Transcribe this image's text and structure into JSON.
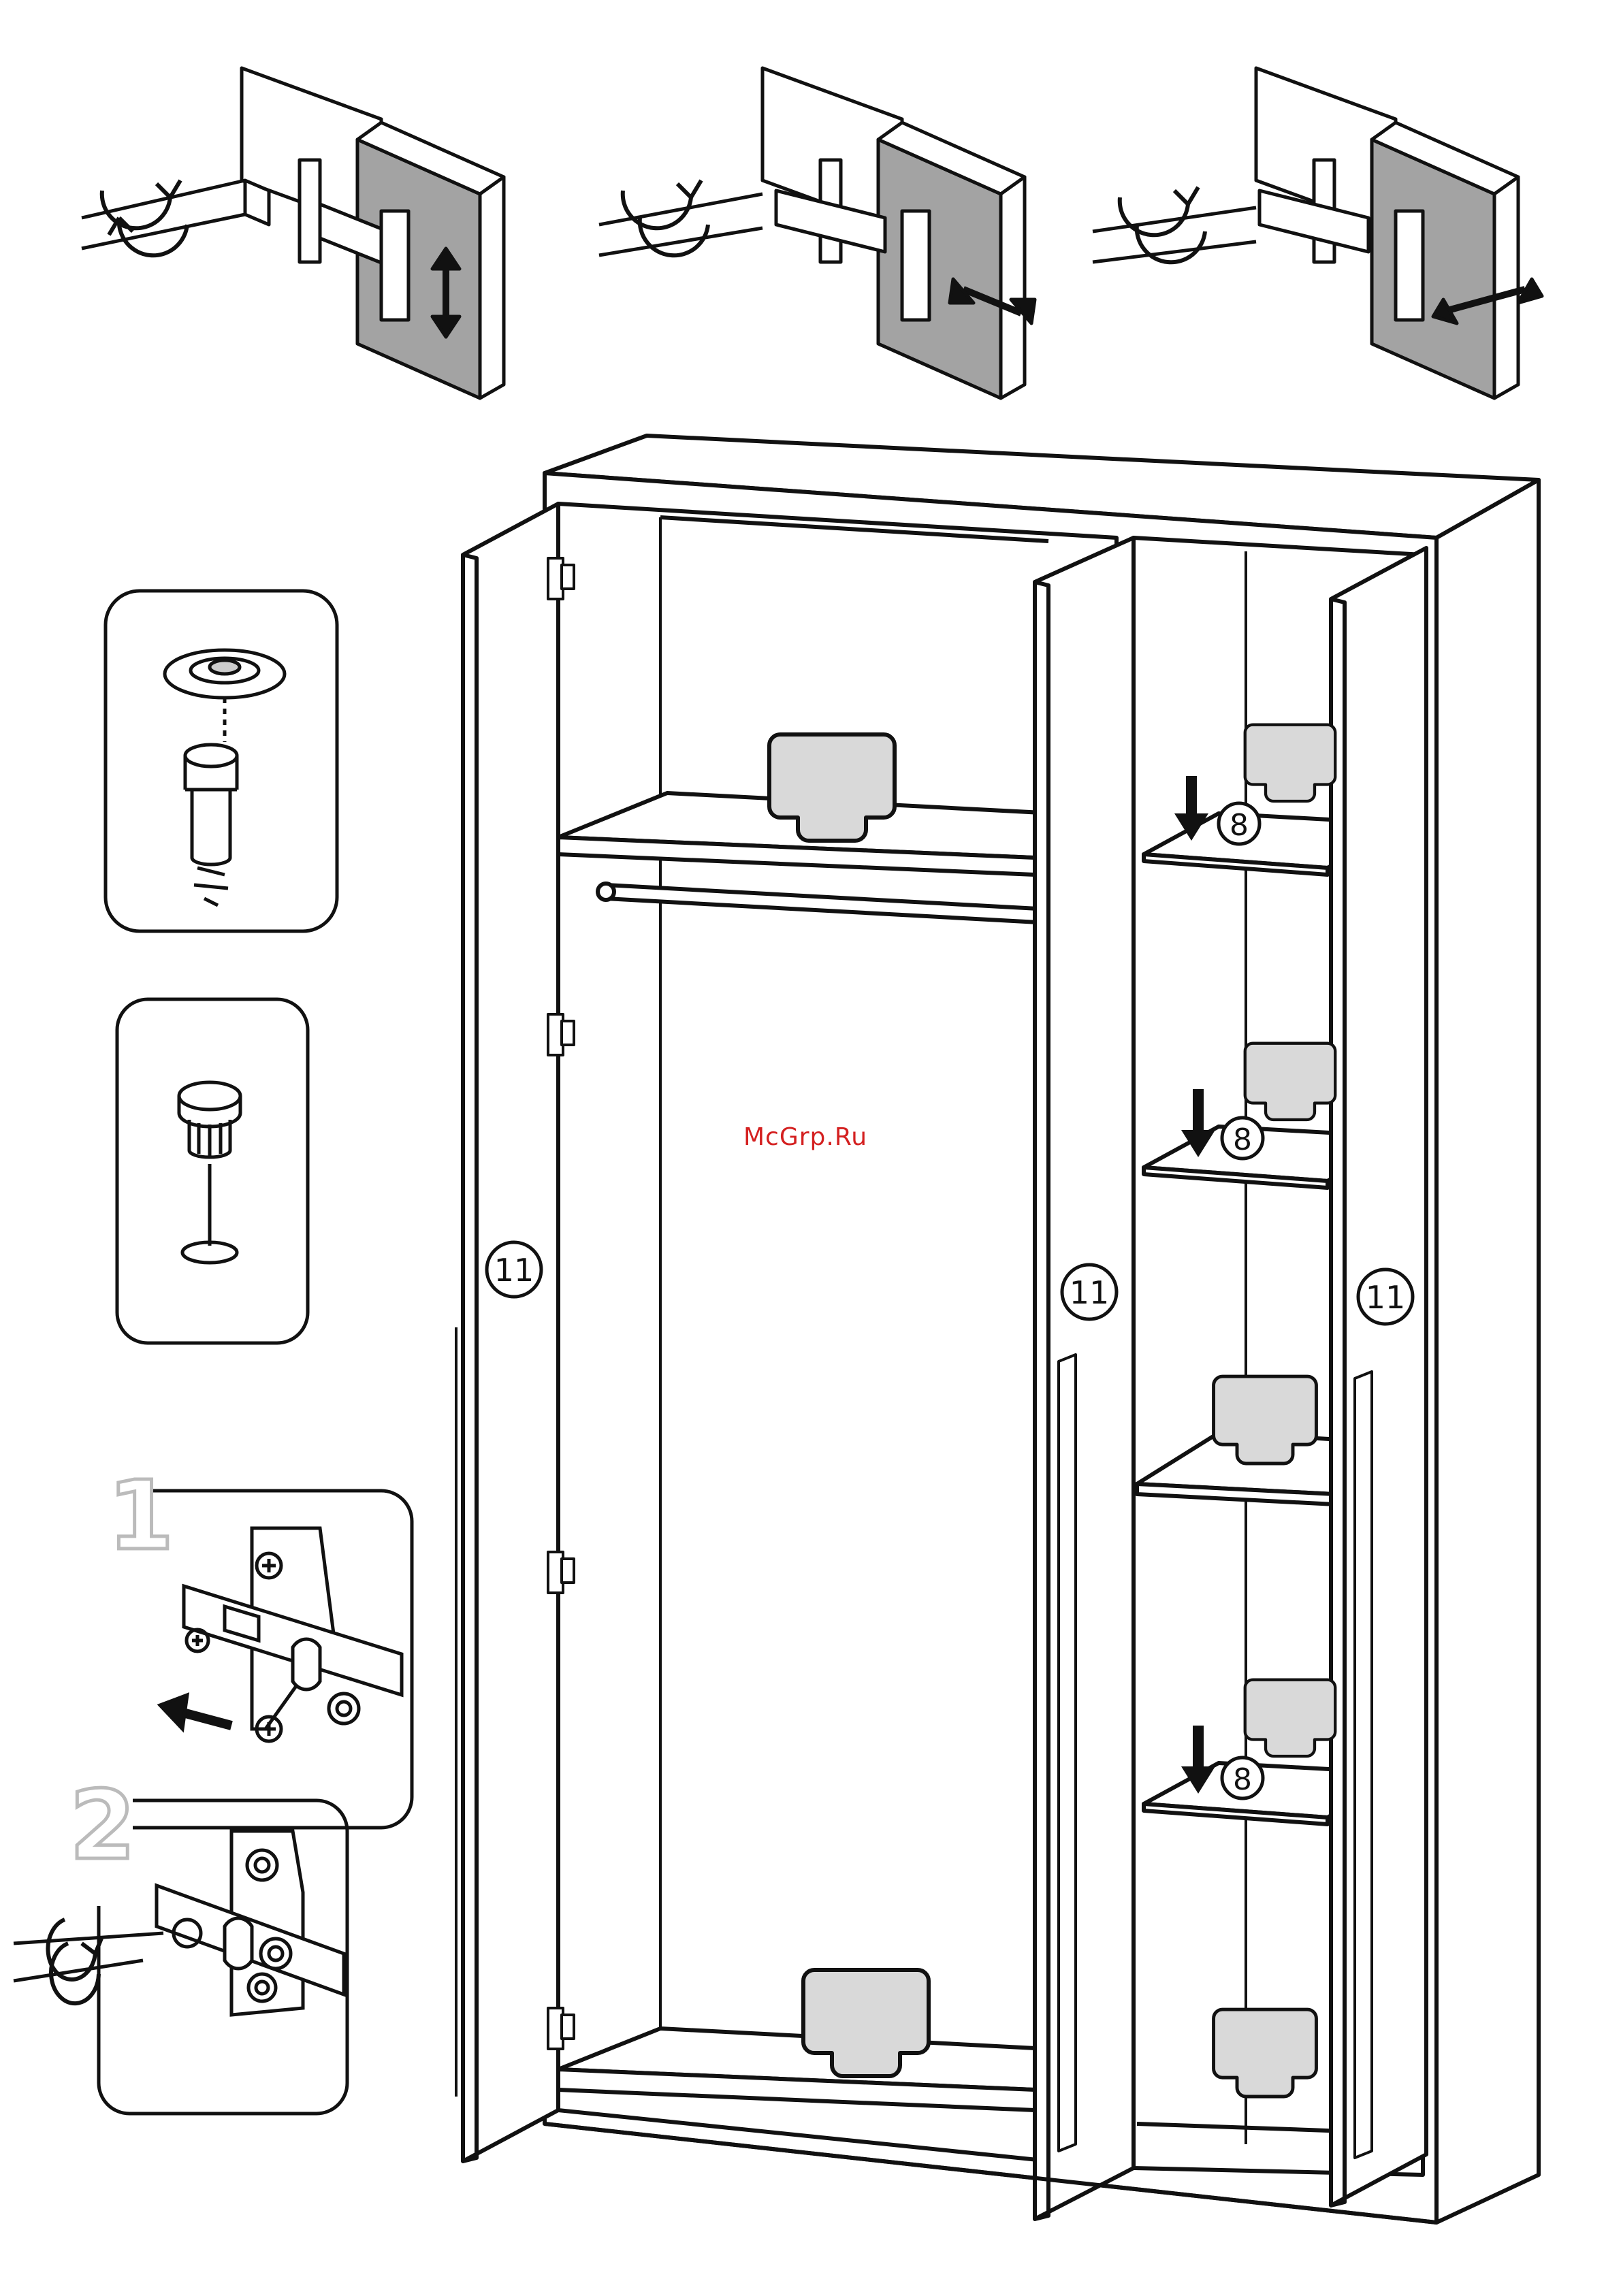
{
  "watermark": "McGrp.Ru",
  "part_numbers": {
    "door": "11",
    "shelf": "8"
  },
  "step_numbers": {
    "first": "1",
    "second": "2"
  },
  "colors": {
    "line": "#111111",
    "door_panel_fill": "#a3a3a3",
    "weight_fill": "#d9d9d9",
    "watermark": "#d42020"
  },
  "icons": {
    "rotation": "rotate-arrows-icon",
    "adjust_vertical": "double-arrow-vertical-icon",
    "adjust_horizontal": "double-arrow-horizontal-icon",
    "load": "weight-icon",
    "push": "down-arrow-icon"
  }
}
